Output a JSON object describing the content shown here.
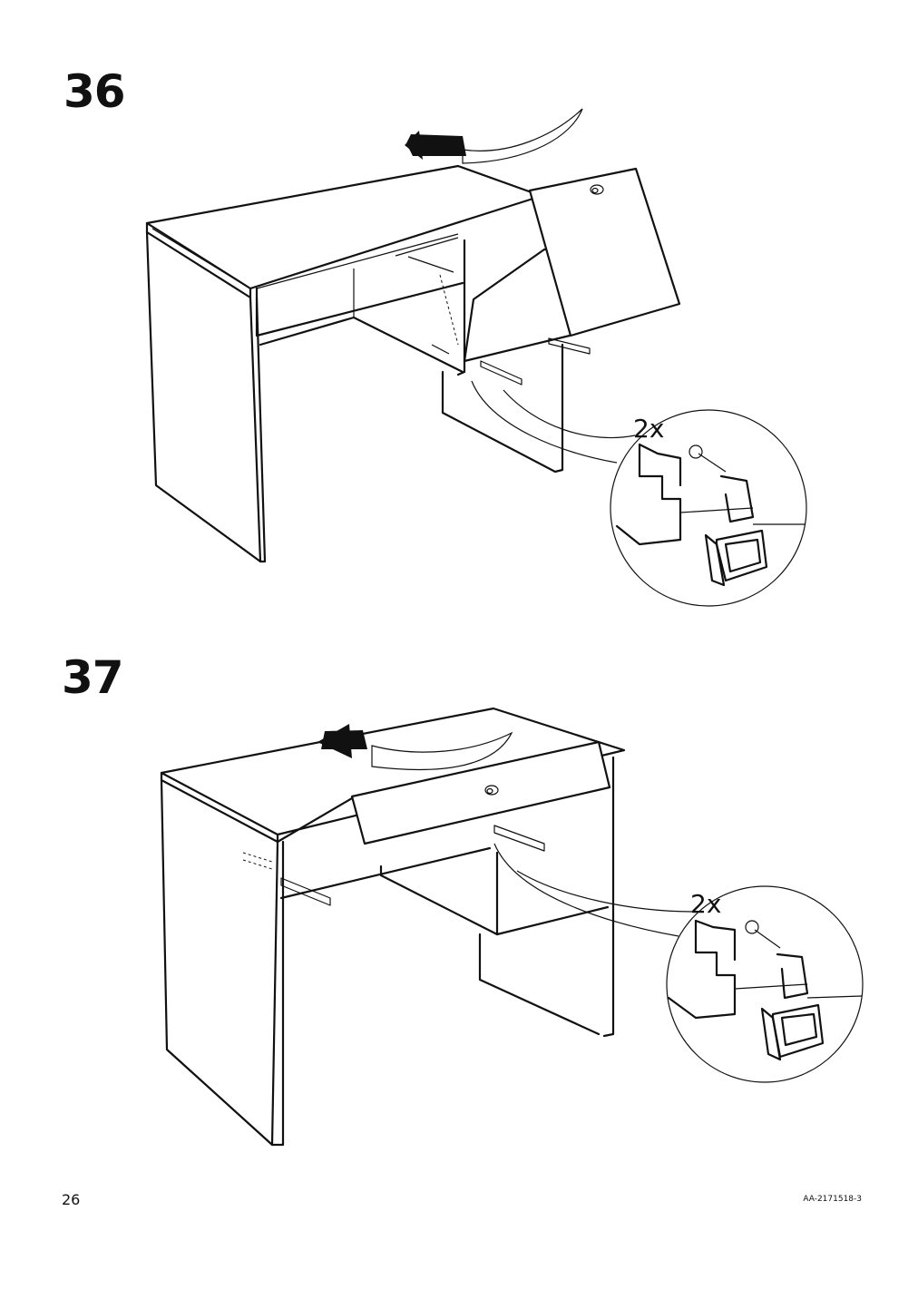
{
  "steps": [
    {
      "number": "36",
      "quantity": "2x"
    },
    {
      "number": "37",
      "quantity": "2x"
    }
  ],
  "footer": {
    "page_number": "26",
    "document_code": "AA-2171518-3"
  },
  "icons": [
    "rotate-arrow-icon",
    "detail-magnifier-icon",
    "drawer-runner-clip-icon"
  ]
}
